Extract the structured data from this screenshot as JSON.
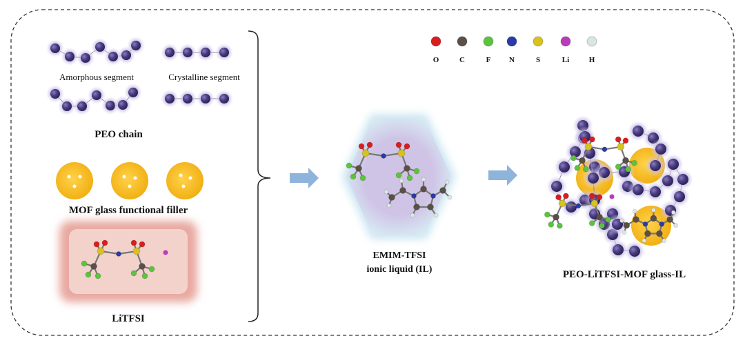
{
  "legend": {
    "items": [
      {
        "symbol": "O",
        "color": "#d81e1e"
      },
      {
        "symbol": "C",
        "color": "#5a5048"
      },
      {
        "symbol": "F",
        "color": "#5cc43c"
      },
      {
        "symbol": "N",
        "color": "#2a3aa8"
      },
      {
        "symbol": "S",
        "color": "#d8c21e"
      },
      {
        "symbol": "Li",
        "color": "#b83cb8"
      },
      {
        "symbol": "H",
        "color": "#d8e6e0"
      }
    ]
  },
  "components": {
    "amorphous_label": "Amorphous segment",
    "crystalline_label": "Crystalline segment",
    "peo_label": "PEO chain",
    "mof_label": "MOF glass functional filler",
    "litfsi_label": "LiTFSI"
  },
  "ionic_liquid": {
    "line1": "EMIM-TFSI",
    "line2": "ionic liquid (IL)"
  },
  "product": {
    "label": "PEO-LiTFSI-MOF glass-IL"
  },
  "colors": {
    "bead": "#4a3c80",
    "mof": "#f5b918",
    "arrow": "#8fb4dc",
    "hexagon": "#cfc4e6",
    "litfsi_box": "#f2c8c0"
  }
}
